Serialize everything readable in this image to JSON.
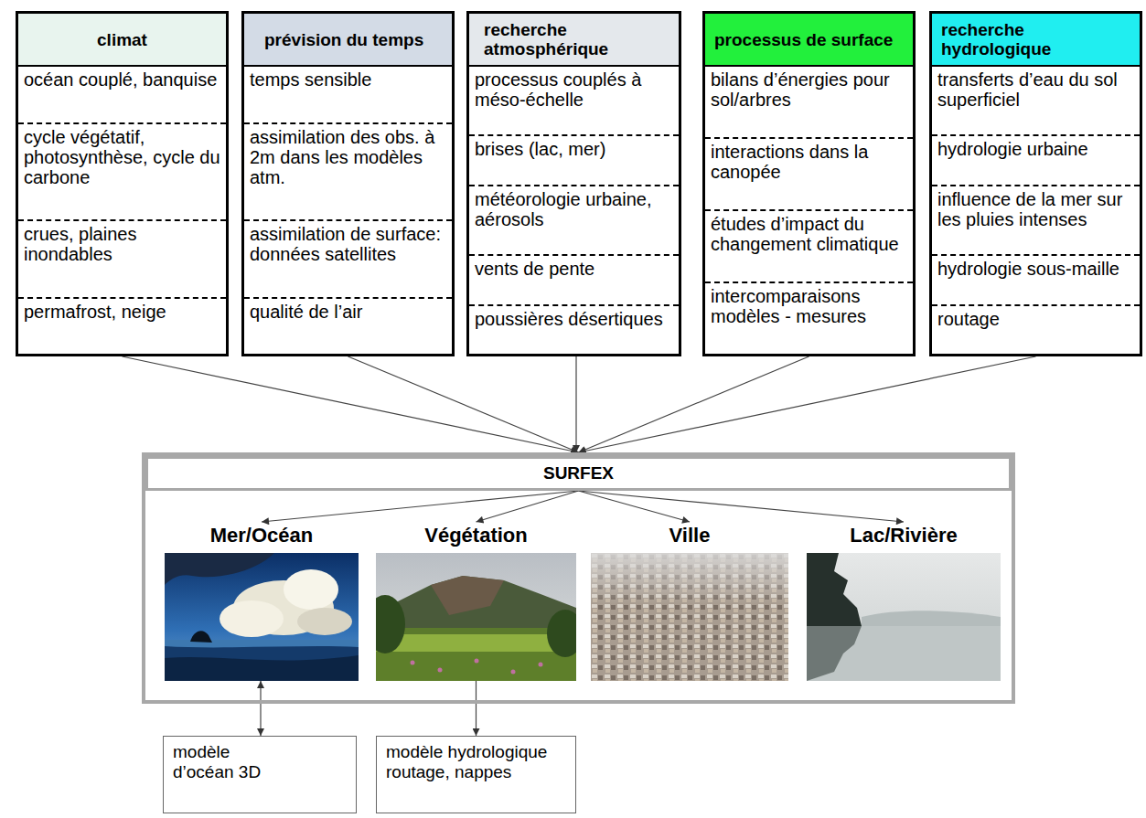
{
  "diagram": {
    "nodes": [
      {
        "text": [
          "climat",
          "océan couplé, banquise",
          "cycle végétatif, photosynthèse, cycle du carbone",
          "crues, plaines inondables",
          "permafrost, neige"
        ]
      },
      {
        "text": [
          "prévision du temps",
          "temps sensible",
          "assimilation des obs. à 2m dans les modèles atm.",
          "assimilation de surface: données satellites",
          "qualité de l’air"
        ]
      },
      {
        "text": [
          "recherche atmosphérique",
          "processus couplés à méso-échelle",
          "brises (lac, mer)",
          "météorologie urbaine, aérosols",
          "vents de pente",
          "poussières désertiques"
        ]
      },
      {
        "text": [
          "processus de surface",
          "bilans d’énergies pour sol/arbres",
          "interactions dans la canopée",
          "études d’impact du changement climatique",
          "intercomparaisons modèles - mesures"
        ]
      },
      {
        "text": [
          "recherche hydrologique",
          "transferts d’eau du sol superficiel",
          "hydrologie urbaine",
          "influence de la mer sur les pluies intenses",
          "hydrologie sous-maille",
          "routage"
        ]
      },
      {
        "text": [
          "SURFEX"
        ]
      },
      {
        "text": [
          "Mer/Océan"
        ],
        "in": 5
      },
      {
        "text": [
          "Végétation"
        ],
        "in": 5
      },
      {
        "text": [
          "Ville"
        ],
        "in": 5
      },
      {
        "text": [
          "Lac/Rivière"
        ],
        "in": 5
      },
      {
        "text": [
          "modèle d’océan 3D"
        ]
      },
      {
        "text": [
          "modèle hydrologique routage, nappes"
        ]
      }
    ],
    "edges": [
      {
        "from": 0,
        "to": 5,
        "arrow": "to"
      },
      {
        "from": 1,
        "to": 5,
        "arrow": "to"
      },
      {
        "from": 2,
        "to": 5,
        "arrow": "to"
      },
      {
        "from": 3,
        "to": 5,
        "arrow": "to"
      },
      {
        "from": 4,
        "to": 5,
        "arrow": "to"
      },
      {
        "from": 5,
        "to": 6,
        "arrow": "to"
      },
      {
        "from": 5,
        "to": 7,
        "arrow": "to"
      },
      {
        "from": 5,
        "to": 8,
        "arrow": "to"
      },
      {
        "from": 5,
        "to": 9,
        "arrow": "to"
      },
      {
        "from": 6,
        "to": 10,
        "arrow": "both"
      },
      {
        "from": 7,
        "to": 11,
        "arrow": "to"
      }
    ]
  }
}
